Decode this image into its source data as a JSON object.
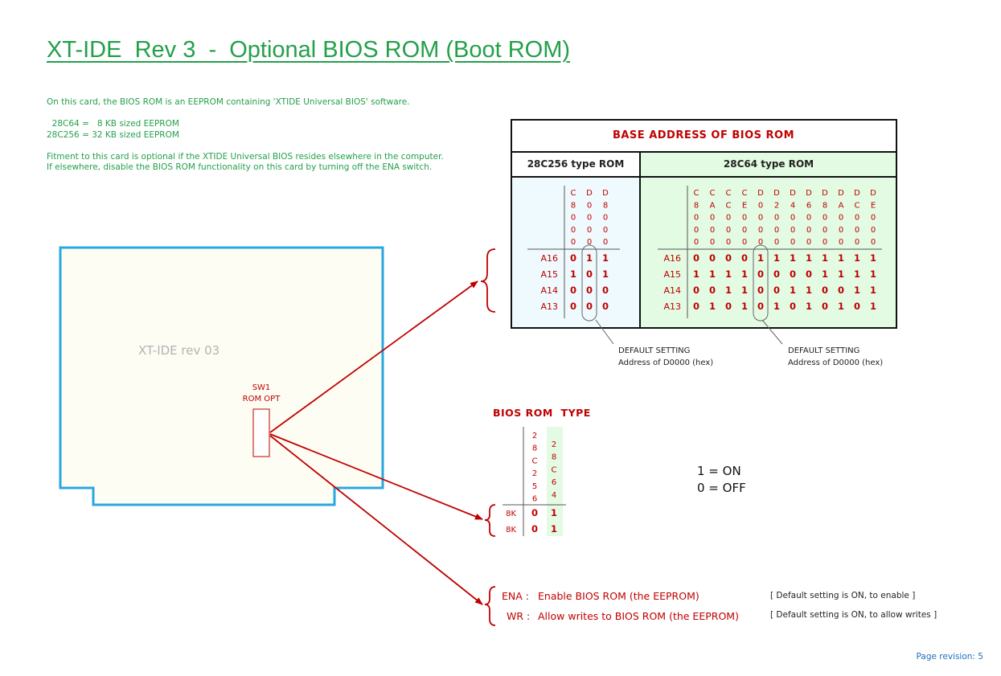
{
  "title": "XT-IDE  Rev 3  -  Optional BIOS ROM (Boot ROM)",
  "intro": {
    "line1": "On this card, the BIOS ROM is an EEPROM containing 'XTIDE Universal BIOS' software.",
    "size_8k": "  28C64 =   8 KB sized EEPROM",
    "size_32k": "28C256 = 32 KB sized EEPROM",
    "fit1": "Fitment to this card is optional if the XTIDE Universal BIOS resides elsewhere in the computer.",
    "fit2": "If elsewhere, disable the BIOS ROM functionality on this card by turning off the ENA switch."
  },
  "board": {
    "label": "XT-IDE rev 03",
    "switch_label1": "SW1",
    "switch_label2": "ROM OPT"
  },
  "base_table": {
    "title": "BASE ADDRESS OF BIOS ROM",
    "left_header": "28C256 type ROM",
    "right_header": "28C64 type ROM",
    "row_labels": [
      "A16",
      "A15",
      "A14",
      "A13"
    ],
    "left_columns": [
      {
        "addr": [
          "C",
          "8",
          "0",
          "0",
          "0"
        ],
        "bits": [
          "0",
          "1",
          "0",
          "0"
        ]
      },
      {
        "addr": [
          "D",
          "0",
          "0",
          "0",
          "0"
        ],
        "bits": [
          "1",
          "0",
          "0",
          "0"
        ]
      },
      {
        "addr": [
          "D",
          "8",
          "0",
          "0",
          "0"
        ],
        "bits": [
          "1",
          "1",
          "0",
          "0"
        ]
      }
    ],
    "right_columns": [
      {
        "addr": [
          "C",
          "8",
          "0",
          "0",
          "0"
        ],
        "bits": [
          "0",
          "1",
          "0",
          "0"
        ]
      },
      {
        "addr": [
          "C",
          "A",
          "0",
          "0",
          "0"
        ],
        "bits": [
          "0",
          "1",
          "0",
          "1"
        ]
      },
      {
        "addr": [
          "C",
          "C",
          "0",
          "0",
          "0"
        ],
        "bits": [
          "0",
          "1",
          "1",
          "0"
        ]
      },
      {
        "addr": [
          "C",
          "E",
          "0",
          "0",
          "0"
        ],
        "bits": [
          "0",
          "1",
          "1",
          "1"
        ]
      },
      {
        "addr": [
          "D",
          "0",
          "0",
          "0",
          "0"
        ],
        "bits": [
          "1",
          "0",
          "0",
          "0"
        ]
      },
      {
        "addr": [
          "D",
          "2",
          "0",
          "0",
          "0"
        ],
        "bits": [
          "1",
          "0",
          "0",
          "1"
        ]
      },
      {
        "addr": [
          "D",
          "4",
          "0",
          "0",
          "0"
        ],
        "bits": [
          "1",
          "0",
          "1",
          "0"
        ]
      },
      {
        "addr": [
          "D",
          "6",
          "0",
          "0",
          "0"
        ],
        "bits": [
          "1",
          "0",
          "1",
          "1"
        ]
      },
      {
        "addr": [
          "D",
          "8",
          "0",
          "0",
          "0"
        ],
        "bits": [
          "1",
          "1",
          "0",
          "0"
        ]
      },
      {
        "addr": [
          "D",
          "A",
          "0",
          "0",
          "0"
        ],
        "bits": [
          "1",
          "1",
          "0",
          "1"
        ]
      },
      {
        "addr": [
          "D",
          "C",
          "0",
          "0",
          "0"
        ],
        "bits": [
          "1",
          "1",
          "1",
          "0"
        ]
      },
      {
        "addr": [
          "D",
          "E",
          "0",
          "0",
          "0"
        ],
        "bits": [
          "1",
          "1",
          "1",
          "1"
        ]
      }
    ],
    "default_note1": "DEFAULT SETTING",
    "default_note2": "Address of D0000 (hex)"
  },
  "rom_type": {
    "title": "BIOS ROM  TYPE",
    "col1": [
      "2",
      "8",
      "C",
      "2",
      "5",
      "6"
    ],
    "col2": [
      "2",
      "8",
      "C",
      "6",
      "4"
    ],
    "rows": [
      {
        "label": "8K",
        "a": "0",
        "b": "1"
      },
      {
        "label": "8K",
        "a": "0",
        "b": "1"
      }
    ]
  },
  "legend": {
    "on": "1 = ON",
    "off": "0 = OFF"
  },
  "enable": {
    "ena_key": "ENA :",
    "ena_text": "Enable BIOS ROM (the EEPROM)",
    "ena_default": "[ Default setting is ON, to enable ]",
    "wr_key": "WR :",
    "wr_text": "Allow writes to BIOS ROM (the EEPROM)",
    "wr_default": "[ Default setting is ON, to allow writes ]"
  },
  "page_revision": "Page revision: 5",
  "colors": {
    "green": "#23a04a",
    "red": "#c00000",
    "board_outline": "#29a8e0",
    "board_fill": "#fdfdf4",
    "left_table_fill": "#eefafd",
    "right_table_fill": "#e3fbe2"
  }
}
